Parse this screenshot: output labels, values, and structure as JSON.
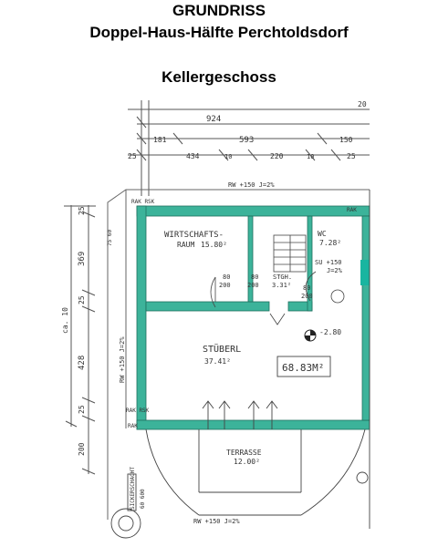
{
  "header": {
    "title": "GRUNDRISS",
    "subtitle": "Doppel-Haus-Hälfte Perchtoldsdorf",
    "floor": "Kellergeschoss"
  },
  "colors": {
    "wall": "#3cb39a",
    "wall_edge": "#1f6f5e",
    "ink": "#444444",
    "accent": "#19b5a0"
  },
  "dimensions_top": {
    "row1": [
      "20"
    ],
    "row2": [
      "924"
    ],
    "row3": [
      "181",
      "593",
      "150"
    ],
    "row4": [
      "25",
      "434",
      "10",
      "220",
      "10",
      "25"
    ]
  },
  "dimensions_left": [
    "25",
    "369",
    "25",
    "428",
    "25",
    "200"
  ],
  "dimension_left_total": "ca. 10",
  "rooms": {
    "wirtschaft": {
      "name": "WIRTSCHAFTS-",
      "name2": "RAUM",
      "area": "15.80²"
    },
    "wc": {
      "name": "WC",
      "area": "7.28²"
    },
    "stiege": {
      "name": "STGH.",
      "area": "3.31²"
    },
    "stueberl": {
      "name": "STÜBERL",
      "area": "37.41²"
    },
    "total": "68.83M²",
    "terrasse": {
      "name": "TERRASSE",
      "area": "12.00²"
    }
  },
  "labels": {
    "rw_top": "RW +150 J=2%",
    "rw_left": "RW +150 J=2%",
    "rw_bottom": "RW +150 J=2%",
    "rak_top": "RAK RSK",
    "rak_left": "RAK RSK",
    "rak_bottom": "RAK",
    "rak_right": "RAK",
    "su": "SU +150",
    "su2": "J=2%",
    "height": "-2.80",
    "door1": "80",
    "door1b": "200",
    "door2": "80",
    "door2b": "200",
    "door3": "80",
    "door3b": "200",
    "vert_small": "75 60",
    "sickerschacht": "SICKERSCHACHT",
    "bottom_small": "60 600"
  }
}
